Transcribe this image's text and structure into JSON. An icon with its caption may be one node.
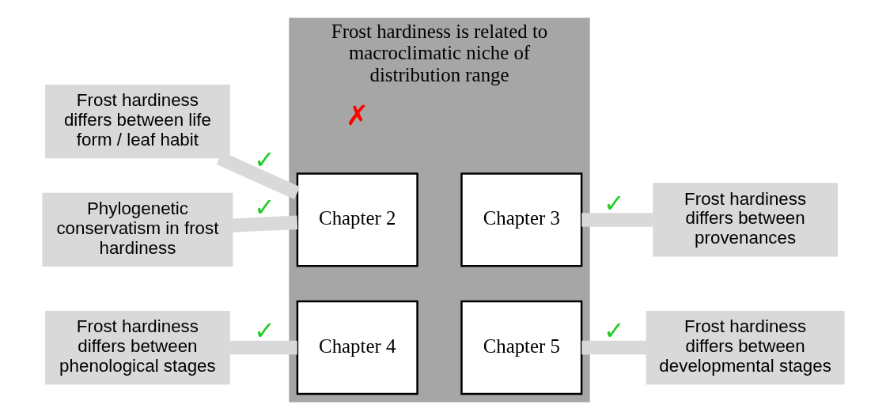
{
  "diagram": {
    "nodes": [
      {
        "text": [
          "Frost hardiness is related to macroclimatic niche of distribution range"
        ],
        "beside": [
          "✗"
        ]
      },
      {
        "text": [
          "Chapter 2"
        ],
        "in": 0
      },
      {
        "text": [
          "Chapter 3"
        ],
        "in": 0
      },
      {
        "text": [
          "Chapter 4"
        ],
        "in": 0
      },
      {
        "text": [
          "Chapter 5"
        ],
        "in": 0
      },
      {
        "text": [
          "Frost hardiness differs between life form / leaf habit"
        ]
      },
      {
        "text": [
          "Phylogenetic conservatism in frost hardiness"
        ]
      },
      {
        "text": [
          "Frost hardiness differs between provenances"
        ]
      },
      {
        "text": [
          "Frost hardiness differs between phenological stages"
        ]
      },
      {
        "text": [
          "Frost hardiness differs between developmental stages"
        ]
      }
    ],
    "edges": [
      {
        "from": 5,
        "to": 1,
        "arrow": "none",
        "label": "✓"
      },
      {
        "from": 6,
        "to": 1,
        "arrow": "none",
        "label": "✓"
      },
      {
        "from": 2,
        "to": 7,
        "arrow": "none",
        "label": "✓"
      },
      {
        "from": 8,
        "to": 3,
        "arrow": "none",
        "label": "✓"
      },
      {
        "from": 4,
        "to": 9,
        "arrow": "none",
        "label": "✓"
      }
    ]
  }
}
